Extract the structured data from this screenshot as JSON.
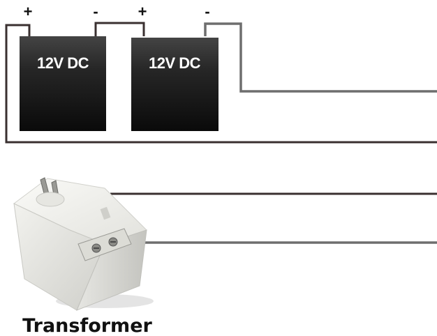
{
  "batteries": [
    {
      "label": "12V DC",
      "positive_sign": "+",
      "negative_sign": "-"
    },
    {
      "label": "12V DC",
      "positive_sign": "+",
      "negative_sign": "-"
    }
  ],
  "transformer": {
    "label": "Transformer"
  },
  "colors": {
    "background": "#ffffff",
    "wire_dark": "#3a3030",
    "wire_gray": "#6e6e6e",
    "battery_top": "#3c3c3c",
    "battery_bottom": "#0c0c0c",
    "transformer_body": "#ebebe6"
  }
}
